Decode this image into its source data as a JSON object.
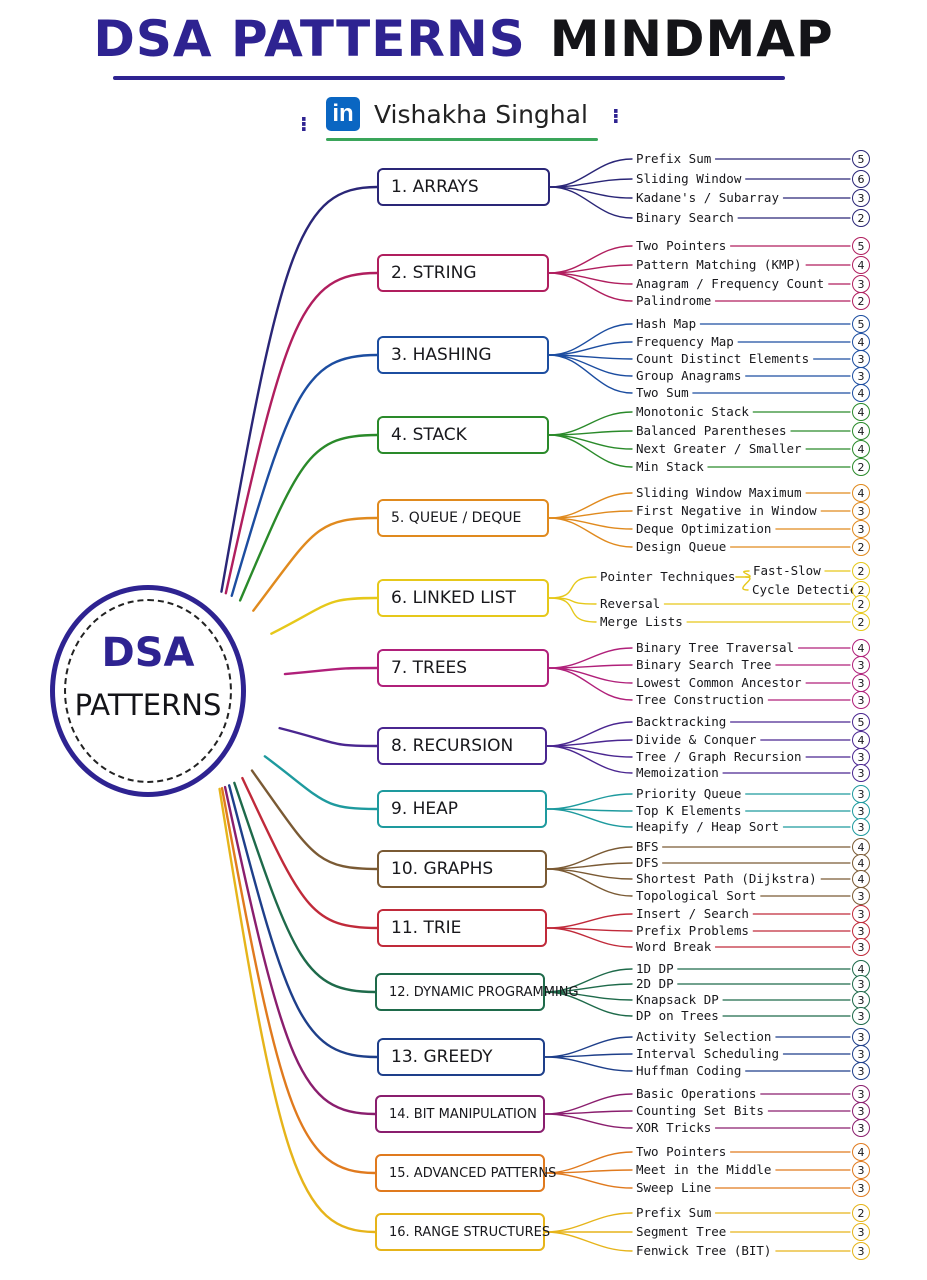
{
  "title": {
    "part1": "DSA PATTERNS",
    "part2": "MINDMAP"
  },
  "byline": {
    "logo": "in",
    "author": "Vishakha Singhal"
  },
  "center": {
    "line1": "DSA",
    "line2": "PATTERNS"
  },
  "colors": {
    "title": "#2e2391",
    "brand": "#0a66c2",
    "underline": "#3aa55a"
  },
  "categories": [
    {
      "label": "1. ARRAYS",
      "color": "#2a2677",
      "items": [
        {
          "label": "Prefix Sum",
          "count": "5"
        },
        {
          "label": "Sliding Window",
          "count": "6"
        },
        {
          "label": "Kadane's / Subarray",
          "count": "3"
        },
        {
          "label": "Binary Search",
          "count": "2"
        }
      ]
    },
    {
      "label": "2. STRING",
      "color": "#b01e5e",
      "items": [
        {
          "label": "Two Pointers",
          "count": "5"
        },
        {
          "label": "Pattern Matching (KMP)",
          "count": "4"
        },
        {
          "label": "Anagram / Frequency Count",
          "count": "3"
        },
        {
          "label": "Palindrome",
          "count": "2"
        }
      ]
    },
    {
      "label": "3. HASHING",
      "color": "#1c4da0",
      "items": [
        {
          "label": "Hash Map",
          "count": "5"
        },
        {
          "label": "Frequency Map",
          "count": "4"
        },
        {
          "label": "Count Distinct Elements",
          "count": "3"
        },
        {
          "label": "Group Anagrams",
          "count": "3"
        },
        {
          "label": "Two Sum",
          "count": "4"
        }
      ]
    },
    {
      "label": "4. STACK",
      "color": "#2a8a2a",
      "items": [
        {
          "label": "Monotonic Stack",
          "count": "4"
        },
        {
          "label": "Balanced Parentheses",
          "count": "4"
        },
        {
          "label": "Next Greater / Smaller",
          "count": "4"
        },
        {
          "label": "Min Stack",
          "count": "2"
        }
      ]
    },
    {
      "label": "5. QUEUE / DEQUE",
      "color": "#e08a1e",
      "items": [
        {
          "label": "Sliding Window Maximum",
          "count": "4"
        },
        {
          "label": "First Negative in Window",
          "count": "3"
        },
        {
          "label": "Deque Optimization",
          "count": "3"
        },
        {
          "label": "Design Queue",
          "count": "2"
        }
      ]
    },
    {
      "label": "6. LINKED LIST",
      "color": "#e6c81a",
      "items": [
        {
          "label": "Pointer Techniques",
          "count": "",
          "sub": [
            {
              "label": "Fast-Slow",
              "count": "2"
            },
            {
              "label": "Cycle Detection",
              "count": "2"
            }
          ]
        },
        {
          "label": "Reversal",
          "count": "2"
        },
        {
          "label": "Merge Lists",
          "count": "2"
        }
      ]
    },
    {
      "label": "7. TREES",
      "color": "#b0207a",
      "items": [
        {
          "label": "Binary Tree Traversal",
          "count": "4"
        },
        {
          "label": "Binary Search Tree",
          "count": "3"
        },
        {
          "label": "Lowest Common Ancestor",
          "count": "3"
        },
        {
          "label": "Tree Construction",
          "count": "3"
        }
      ]
    },
    {
      "label": "8. RECURSION",
      "color": "#4a2690",
      "items": [
        {
          "label": "Backtracking",
          "count": "5"
        },
        {
          "label": "Divide & Conquer",
          "count": "4"
        },
        {
          "label": "Tree / Graph Recursion",
          "count": "3"
        },
        {
          "label": "Memoization",
          "count": "3"
        }
      ]
    },
    {
      "label": "9. HEAP",
      "color": "#1e9a9e",
      "items": [
        {
          "label": "Priority Queue",
          "count": "3"
        },
        {
          "label": "Top K Elements",
          "count": "3"
        },
        {
          "label": "Heapify / Heap Sort",
          "count": "3"
        }
      ]
    },
    {
      "label": "10. GRAPHS",
      "color": "#7a5a34",
      "items": [
        {
          "label": "BFS",
          "count": "4"
        },
        {
          "label": "DFS",
          "count": "4"
        },
        {
          "label": "Shortest Path (Dijkstra)",
          "count": "4"
        },
        {
          "label": "Topological Sort",
          "count": "3"
        }
      ]
    },
    {
      "label": "11. TRIE",
      "color": "#c02a3a",
      "items": [
        {
          "label": "Insert / Search",
          "count": "3"
        },
        {
          "label": "Prefix Problems",
          "count": "3"
        },
        {
          "label": "Word Break",
          "count": "3"
        }
      ]
    },
    {
      "label": "12. DYNAMIC PROGRAMMING",
      "color": "#1e6a4a",
      "items": [
        {
          "label": "1D DP",
          "count": "4"
        },
        {
          "label": "2D DP",
          "count": "3"
        },
        {
          "label": "Knapsack DP",
          "count": "3"
        },
        {
          "label": "DP on Trees",
          "count": "3"
        }
      ]
    },
    {
      "label": "13. GREEDY",
      "color": "#1e3f8a",
      "items": [
        {
          "label": "Activity Selection",
          "count": "3"
        },
        {
          "label": "Interval Scheduling",
          "count": "3"
        },
        {
          "label": "Huffman Coding",
          "count": "3"
        }
      ]
    },
    {
      "label": "14. BIT MANIPULATION",
      "color": "#8a1e6e",
      "items": [
        {
          "label": "Basic Operations",
          "count": "3"
        },
        {
          "label": "Counting Set Bits",
          "count": "3"
        },
        {
          "label": "XOR Tricks",
          "count": "3"
        }
      ]
    },
    {
      "label": "15. ADVANCED PATTERNS",
      "color": "#e07a1e",
      "items": [
        {
          "label": "Two Pointers",
          "count": "4"
        },
        {
          "label": "Meet in the Middle",
          "count": "3"
        },
        {
          "label": "Sweep Line",
          "count": "3"
        }
      ]
    },
    {
      "label": "16. RANGE STRUCTURES",
      "color": "#e6b41a",
      "items": [
        {
          "label": "Prefix Sum",
          "count": "2"
        },
        {
          "label": "Segment Tree",
          "count": "3"
        },
        {
          "label": "Fenwick Tree (BIT)",
          "count": "3"
        }
      ]
    }
  ]
}
